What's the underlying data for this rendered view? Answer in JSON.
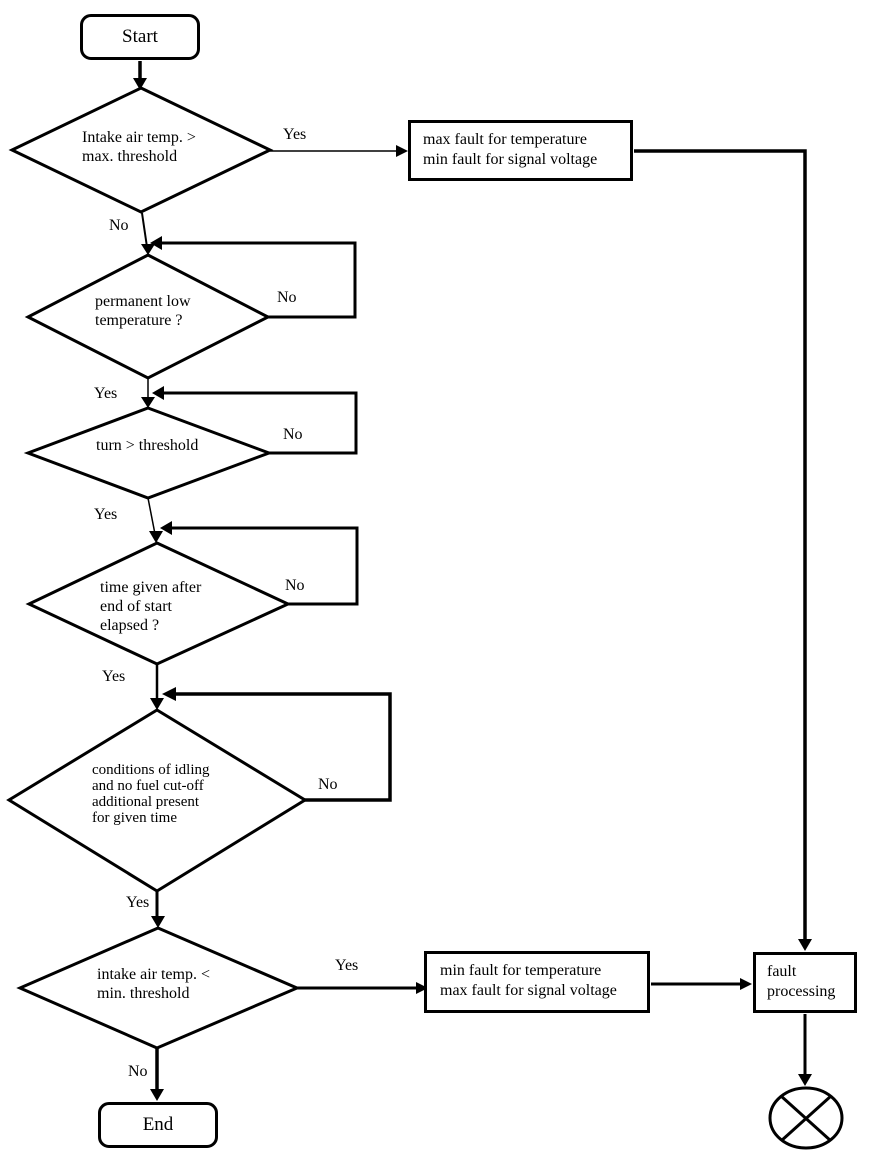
{
  "nodes": {
    "start": {
      "type": "terminator",
      "label": "Start"
    },
    "d1": {
      "type": "decision",
      "lines": [
        "Intake air temp. >",
        "max. threshold"
      ]
    },
    "box_max_fault": {
      "type": "process",
      "lines": [
        "max fault for temperature",
        "min fault for signal voltage"
      ]
    },
    "d2": {
      "type": "decision",
      "lines": [
        "permanent low",
        "temperature ?"
      ]
    },
    "d3": {
      "type": "decision",
      "lines": [
        "turn > threshold"
      ]
    },
    "d4": {
      "type": "decision",
      "lines": [
        "time given after",
        "end of start",
        "elapsed ?"
      ]
    },
    "d5": {
      "type": "decision",
      "lines": [
        "conditions of idling",
        "and no fuel cut-off",
        "additional present",
        "for given time"
      ]
    },
    "d6": {
      "type": "decision",
      "lines": [
        "intake air temp. <",
        "min. threshold"
      ]
    },
    "box_min_fault": {
      "type": "process",
      "lines": [
        "min fault for temperature",
        "max fault for signal voltage"
      ]
    },
    "fault_processing": {
      "type": "process",
      "lines": [
        "fault",
        "processing"
      ]
    },
    "end": {
      "type": "terminator",
      "label": "End"
    },
    "connector": {
      "type": "crossed-circle"
    }
  },
  "edge_labels": {
    "d1_yes": "Yes",
    "d1_no": "No",
    "d2_no": "No",
    "d2_yes": "Yes",
    "d3_no": "No",
    "d3_yes": "Yes",
    "d4_no": "No",
    "d4_yes": "Yes",
    "d5_no": "No",
    "d5_yes": "Yes",
    "d6_yes": "Yes",
    "d6_no": "No"
  },
  "colors": {
    "line": "#000000",
    "background": "#ffffff",
    "text": "#000000"
  }
}
